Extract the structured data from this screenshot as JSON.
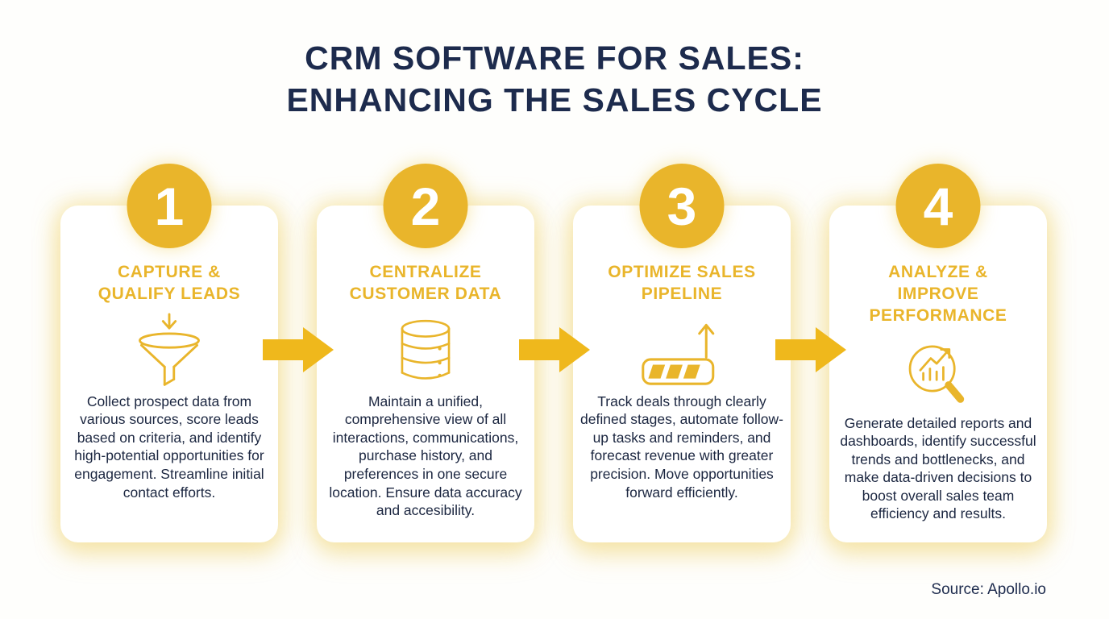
{
  "page": {
    "title": "CRM SOFTWARE FOR SALES:\nENHANCING THE SALES CYCLE",
    "source": "Source: Apollo.io"
  },
  "colors": {
    "accent_gold": "#e9b52b",
    "arrow_gold": "#efb81c",
    "title_navy": "#1d2b4d",
    "body_text": "#1b2640",
    "card_glow": "#f2d87e",
    "card_bg": "#ffffff",
    "page_bg": "#fefefc"
  },
  "cards": [
    {
      "number": "1",
      "heading": "CAPTURE &\nQUALIFY LEADS",
      "icon": "funnel-icon",
      "body": "Collect prospect data from various sources, score leads based on criteria, and identify high-potential opportunities for engagement. Streamline initial contact efforts."
    },
    {
      "number": "2",
      "heading": "CENTRALIZE\nCUSTOMER DATA",
      "icon": "database-icon",
      "body": "Maintain a unified, comprehensive view of all interactions, communications, purchase history, and preferences in one secure location. Ensure data accuracy and accesibility."
    },
    {
      "number": "3",
      "heading": "OPTIMIZE SALES\nPIPELINE",
      "icon": "pipeline-arrow-icon",
      "body": "Track deals through clearly defined stages, automate follow-up tasks and reminders, and forecast revenue with greater precision. Move opportunities forward efficiently."
    },
    {
      "number": "4",
      "heading": "ANALYZE &\nIMPROVE\nPERFORMANCE",
      "icon": "magnifier-chart-icon",
      "body": "Generate detailed reports and dashboards, identify successful trends and bottlenecks, and make data-driven decisions to boost overall sales team efficiency and results."
    }
  ],
  "arrows": {
    "count": 3,
    "icon": "right-arrow-icon"
  }
}
